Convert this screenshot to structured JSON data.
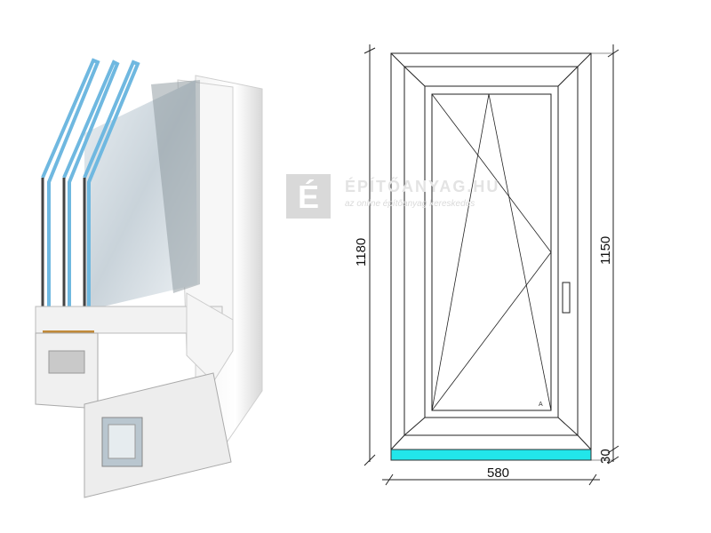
{
  "drawing": {
    "height_outer": "1180",
    "height_inner": "1150",
    "sill_height": "30",
    "width": "580",
    "sash_label": "A"
  },
  "watermark": {
    "logo_letter": "É",
    "title": "ÉPÍTŐANYAG.HU",
    "subtitle": "az online építőanyag kereskedés"
  },
  "colors": {
    "sill": "#22e6ea",
    "frame": "#ffffff",
    "glass": "#7fb6d8"
  }
}
